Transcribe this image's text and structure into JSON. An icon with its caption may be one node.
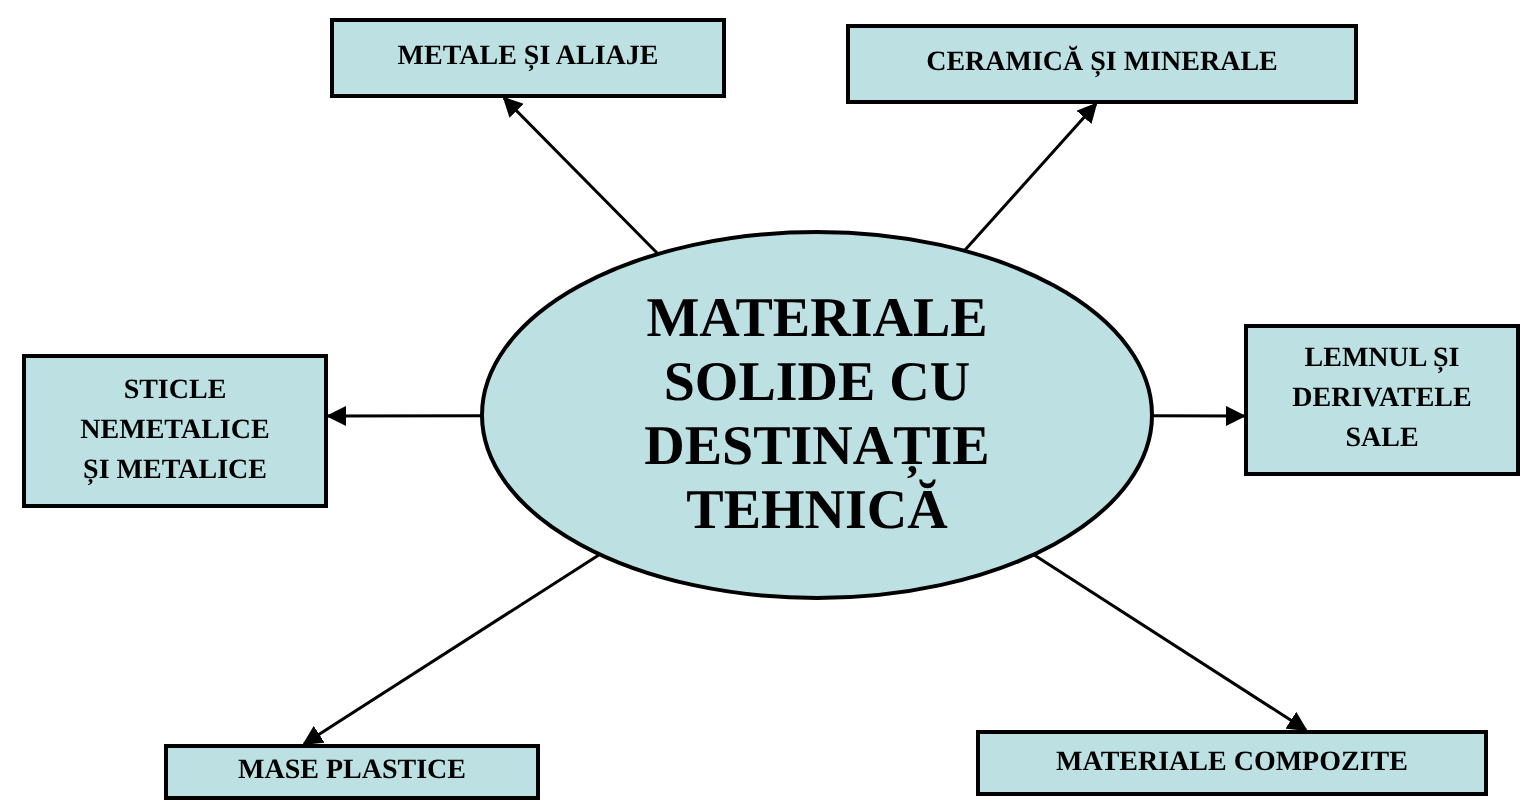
{
  "diagram": {
    "nodes": [
      {
        "text": [
          "MATERIALE SOLIDE CU DESTINAȚIE TEHNICĂ"
        ]
      },
      {
        "text": [
          "METALE ȘI ALIAJE"
        ]
      },
      {
        "text": [
          "CERAMICĂ ȘI MINERALE"
        ]
      },
      {
        "text": [
          "STICLE NEMETALICE ȘI METALICE"
        ]
      },
      {
        "text": [
          "LEMNUL ȘI DERIVATELE SALE"
        ]
      },
      {
        "text": [
          "MASE PLASTICE"
        ]
      },
      {
        "text": [
          "MATERIALE COMPOZITE"
        ]
      }
    ],
    "edges": [
      {
        "from": 0,
        "to": 1,
        "arrow": "to"
      },
      {
        "from": 0,
        "to": 2,
        "arrow": "to"
      },
      {
        "from": 0,
        "to": 3,
        "arrow": "to"
      },
      {
        "from": 0,
        "to": 4,
        "arrow": "to"
      },
      {
        "from": 0,
        "to": 5,
        "arrow": "to"
      },
      {
        "from": 0,
        "to": 6,
        "arrow": "to"
      }
    ]
  }
}
